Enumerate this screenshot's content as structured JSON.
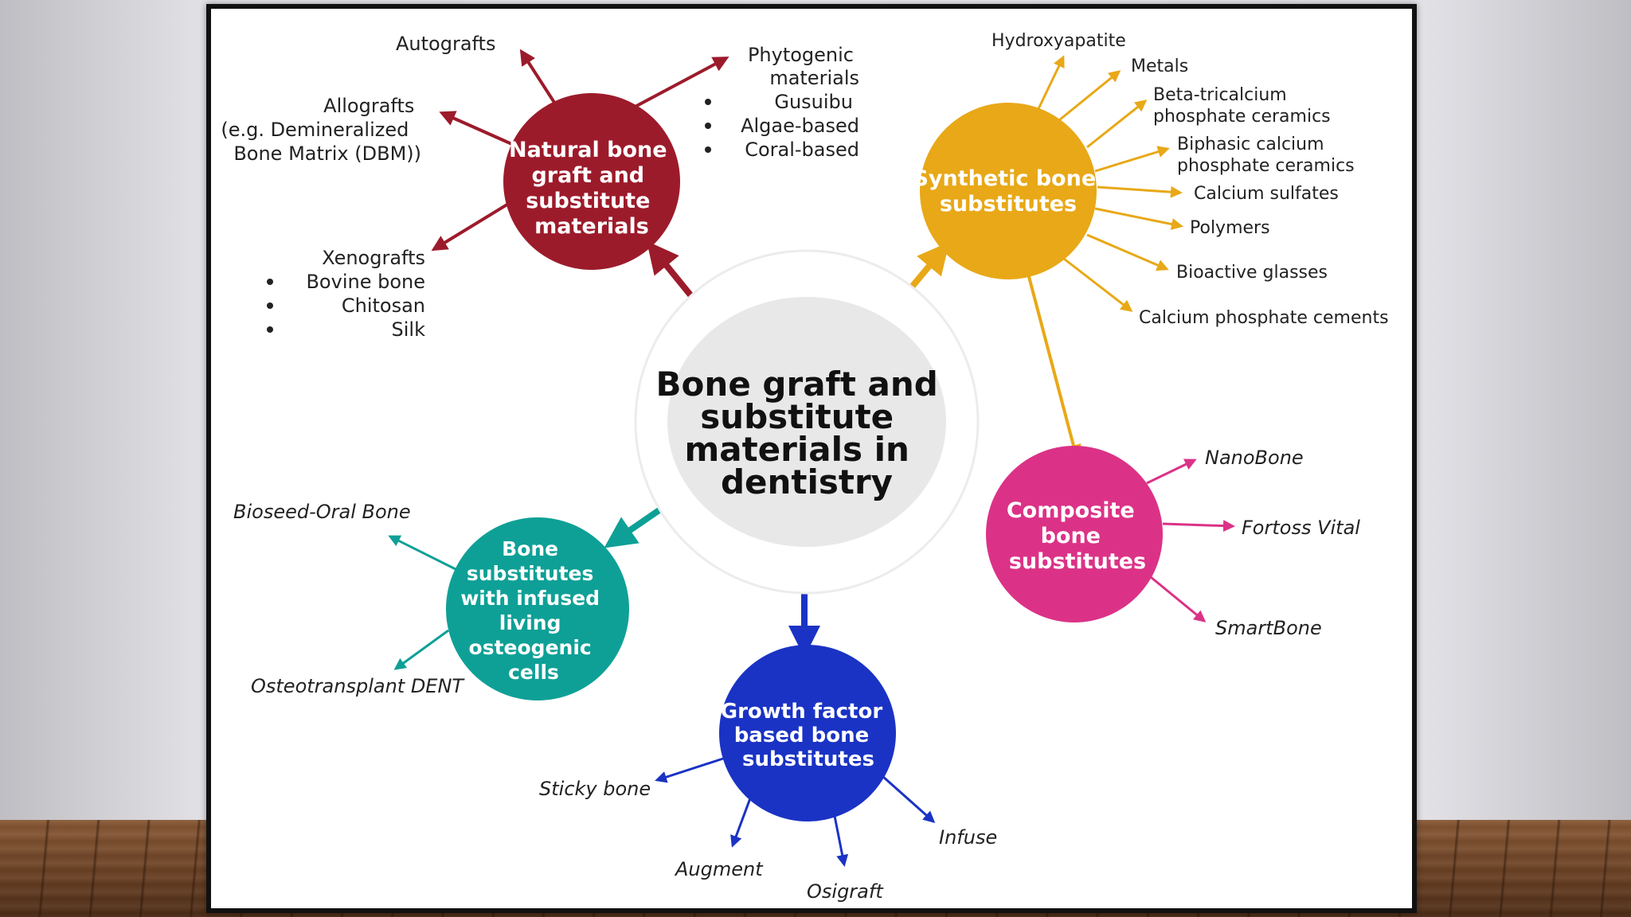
{
  "colors": {
    "natural": "#9c1b2b",
    "synthetic": "#e8a817",
    "composite": "#db3287",
    "growth": "#1a33c4",
    "cells": "#0ea096",
    "center_fill": "#e8e8e8"
  },
  "center": {
    "lines": [
      "Bone graft and",
      "substitute",
      "materials in",
      "dentistry"
    ]
  },
  "natural": {
    "lines": [
      "Natural bone",
      "graft and",
      "substitute",
      "materials"
    ],
    "autografts": "Autografts",
    "allografts": [
      "Allografts",
      "(e.g. Demineralized",
      "Bone Matrix (DBM))"
    ],
    "phytogenic": [
      "Phytogenic",
      "materials"
    ],
    "phytogenic_items": [
      "Gusuibu",
      "Algae-based",
      "Coral-based"
    ],
    "xenografts": "Xenografts",
    "xenograft_items": [
      "Bovine bone",
      "Chitosan",
      "Silk"
    ]
  },
  "synthetic": {
    "lines": [
      "Synthetic bone",
      "substitutes"
    ],
    "items": [
      [
        "Hydroxyapatite"
      ],
      [
        "Metals"
      ],
      [
        "Beta-tricalcium",
        "phosphate ceramics"
      ],
      [
        "Biphasic calcium",
        "phosphate ceramics"
      ],
      [
        "Calcium sulfates"
      ],
      [
        "Polymers"
      ],
      [
        "Bioactive glasses"
      ],
      [
        "Calcium phosphate cements"
      ]
    ]
  },
  "composite": {
    "lines": [
      "Composite",
      "bone",
      "substitutes"
    ],
    "items": [
      "NanoBone",
      "Fortoss Vital",
      "SmartBone"
    ]
  },
  "growth": {
    "lines": [
      "Growth factor",
      "based bone",
      "substitutes"
    ],
    "items": [
      "Sticky bone",
      "Augment",
      "Osigraft",
      "Infuse"
    ]
  },
  "cells": {
    "lines": [
      "Bone",
      "substitutes",
      "with infused",
      "living",
      "osteogenic",
      "cells"
    ],
    "items": [
      "Bioseed-Oral Bone",
      "Osteotransplant DENT"
    ]
  }
}
